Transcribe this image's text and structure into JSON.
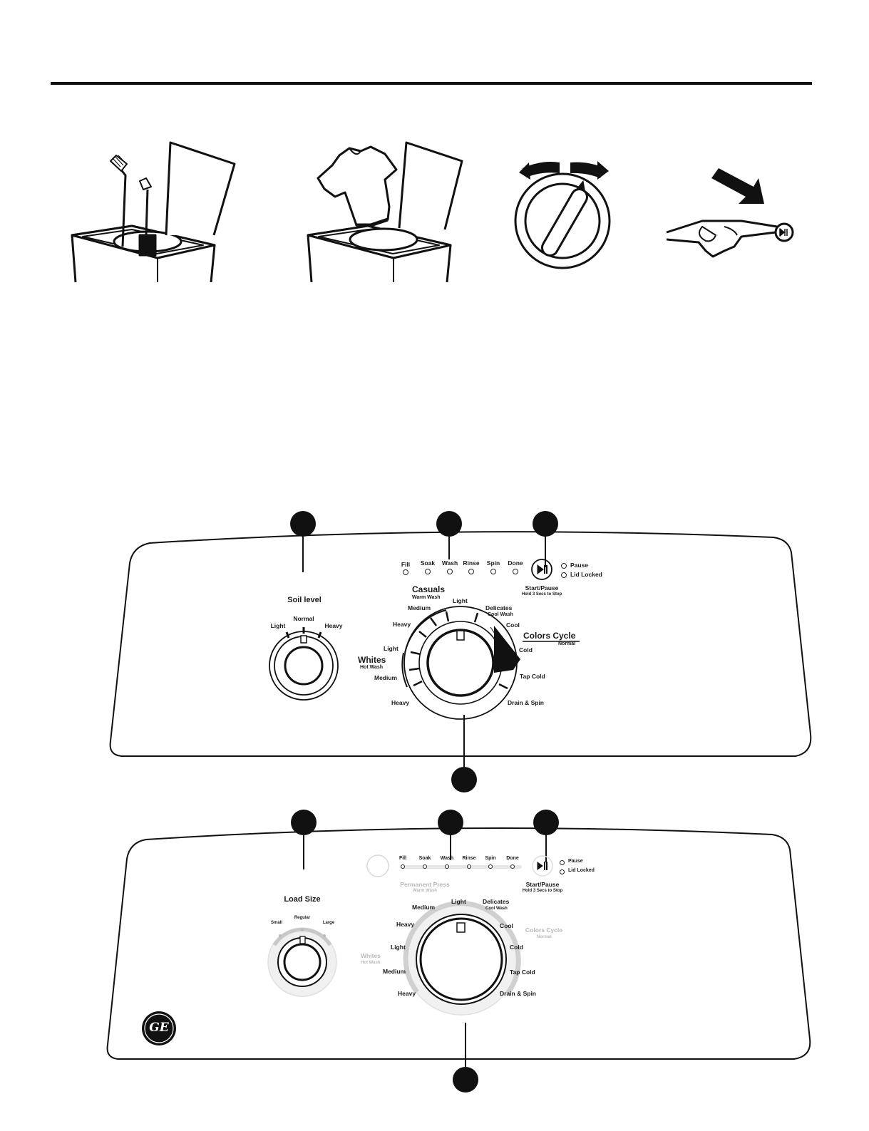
{
  "illustrations": [
    {
      "name": "washer-dispenser-step"
    },
    {
      "name": "load-clothes-step"
    },
    {
      "name": "turn-knob-step"
    },
    {
      "name": "press-start-step"
    }
  ],
  "panel_a": {
    "status": [
      "Fill",
      "Soak",
      "Wash",
      "Rinse",
      "Spin",
      "Done"
    ],
    "pause": "Pause",
    "lid_locked": "Lid Locked",
    "start_pause": "Start/Pause",
    "start_pause_hint": "Hold 3 Secs to Stop",
    "soil_title": "Soil level",
    "soil_light": "Light",
    "soil_normal": "Normal",
    "soil_heavy": "Heavy",
    "casuals": "Casuals",
    "casuals_sub": "Warm Wash",
    "casuals_medium": "Medium",
    "casuals_light": "Light",
    "casuals_heavy": "Heavy",
    "delicates": "Delicates",
    "delicates_sub": "Cool Wash",
    "cool": "Cool",
    "colors_cycle": "Colors Cycle",
    "colors_sub": "Normal",
    "cold": "Cold",
    "tap_cold": "Tap Cold",
    "drain_spin": "Drain & Spin",
    "whites": "Whites",
    "whites_sub": "Hot Wash",
    "whites_light": "Light",
    "whites_medium": "Medium",
    "whites_heavy": "Heavy"
  },
  "panel_b": {
    "status": [
      "Fill",
      "Soak",
      "Wash",
      "Rinse",
      "Spin",
      "Done"
    ],
    "pause": "Pause",
    "lid_locked": "Lid Locked",
    "start_pause": "Start/Pause",
    "start_pause_hint": "Hold 3 Secs to Stop",
    "permanent_press": "Permanent Press",
    "permanent_press_sub": "Warm Wash",
    "load_title": "Load Size",
    "load_small": "Small",
    "load_regular": "Regular",
    "load_large": "Large",
    "medium": "Medium",
    "light": "Light",
    "heavy": "Heavy",
    "delicates": "Delicates",
    "delicates_sub": "Cool Wash",
    "cool": "Cool",
    "colors_cycle": "Colors Cycle",
    "colors_sub": "Normal",
    "cold": "Cold",
    "tap_cold": "Tap Cold",
    "drain_spin": "Drain & Spin",
    "whites": "Whites",
    "whites_sub": "Hot Wash",
    "whites_light": "Light",
    "whites_medium": "Medium",
    "whites_heavy": "Heavy",
    "logo_text": "GE"
  },
  "colors": {
    "ink": "#111111",
    "faded": "#b8b8b8",
    "ring_grey": "#cccccc"
  }
}
